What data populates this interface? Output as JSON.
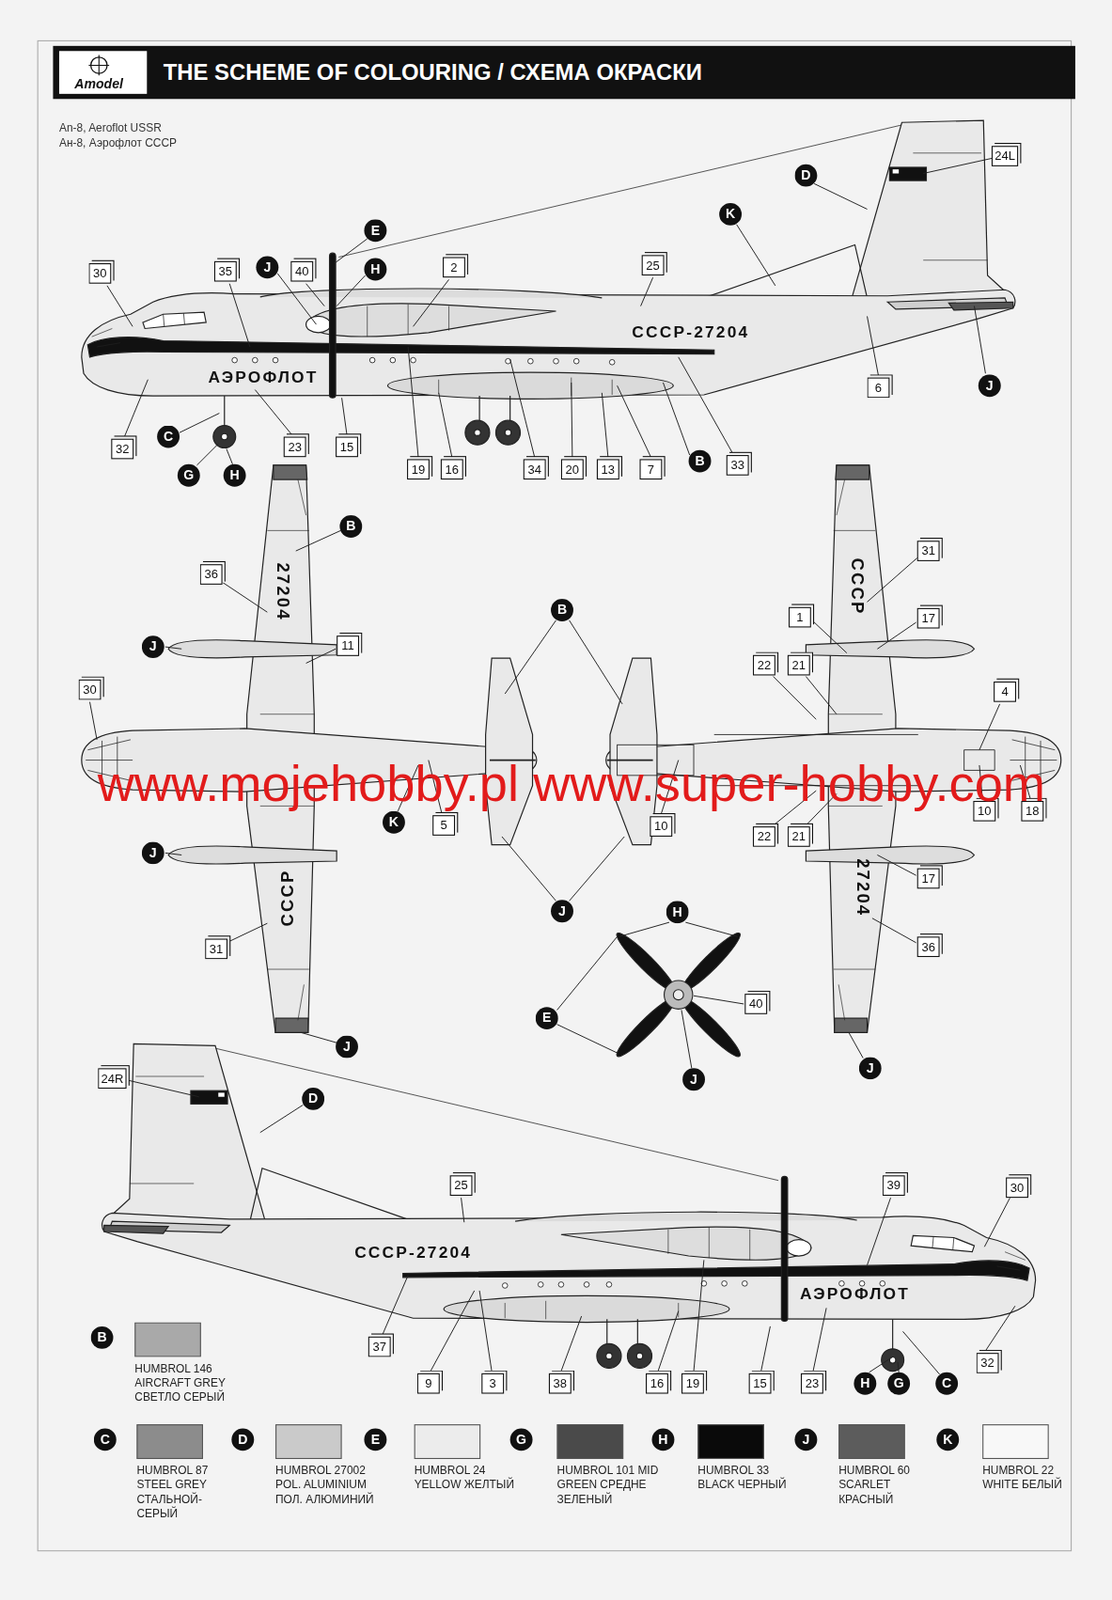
{
  "diagram": {
    "title": "THE SCHEME OF COLOURING / СХЕМА ОКРАСКИ",
    "labels": [
      "Amodel",
      "An-8, Aeroflot USSR",
      "Ан-8, Аэрофлот СССР",
      "30",
      "35",
      "E",
      "J",
      "40",
      "H",
      "2",
      "25",
      "D",
      "24L",
      "K",
      "СССР-27204",
      "АЭРОФЛОТ",
      "6",
      "J",
      "32",
      "C",
      "G",
      "H",
      "23",
      "15",
      "19",
      "16",
      "34",
      "20",
      "13",
      "7",
      "B",
      "33",
      "B",
      "36",
      "27204",
      "J",
      "11",
      "30",
      "K",
      "5",
      "J",
      "СССР",
      "31",
      "J",
      "B",
      "10",
      "J",
      "31",
      "СССР",
      "1",
      "17",
      "22",
      "21",
      "4",
      "22",
      "21",
      "10",
      "18",
      "17",
      "27204",
      "36",
      "J",
      "H",
      "E",
      "40",
      "J",
      "www.mojehobby.pl www.super-hobby.com",
      "24R",
      "D",
      "25",
      "39",
      "30",
      "СССР-27204",
      "АЭРОФЛОТ",
      "37",
      "9",
      "3",
      "38",
      "16",
      "19",
      "15",
      "23",
      "H",
      "G",
      "C",
      "32",
      "B",
      "C",
      "D",
      "E",
      "G",
      "H",
      "J",
      "K"
    ],
    "legend": [
      {
        "text": "HUMBROL 146 AIRCRAFT GREY СВЕТЛО СЕРЫЙ",
        "color": "#a9a9a9"
      },
      {
        "text": "HUMBROL 87 STEEL GREY СТАЛЬНОЙ-СЕРЫЙ",
        "color": "#8c8c8c"
      },
      {
        "text": "HUMBROL 27002 POL. ALUMINIUM ПОЛ. АЛЮМИНИЙ",
        "color": "#cacaca"
      },
      {
        "text": "HUMBROL 24 YELLOW ЖЕЛТЫЙ",
        "color": "#ececec"
      },
      {
        "text": "HUMBROL 101 MID GREEN СРЕДНЕ ЗЕЛЕНЫЙ",
        "color": "#4a4a4a"
      },
      {
        "text": "HUMBROL 33 BLACK ЧЕРНЫЙ",
        "color": "#0a0a0a"
      },
      {
        "text": "HUMBROL 60 SCARLET КРАСНЫЙ",
        "color": "#5c5c5c"
      },
      {
        "text": "HUMBROL 22 WHITE БЕЛЫЙ",
        "color": "#f8f8f8"
      }
    ]
  }
}
